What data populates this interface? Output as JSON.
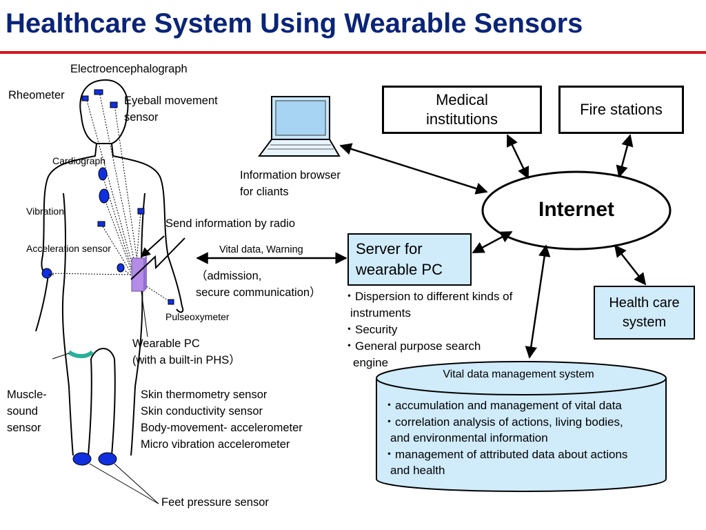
{
  "title": "Healthcare System Using Wearable Sensors",
  "sensors": {
    "eeg": "Electroencephalograph",
    "rheometer": "Rheometer",
    "eyeball": [
      "Eyeball movement",
      "sensor"
    ],
    "cardiograph": "Cardiograph",
    "vibration": "Vibration",
    "acceleration": "Acceleration sensor",
    "pulseoxymeter": "Pulseoxymeter",
    "muscle": [
      "Muscle-",
      "sound",
      "sensor"
    ],
    "feet": "Feet pressure sensor"
  },
  "wearable_pc": [
    "Wearable PC",
    "(with a built-in PHS）"
  ],
  "skin_sensors": [
    "Skin thermometry sensor",
    "Skin conductivity sensor",
    "Body-movement- accelerometer",
    "Micro vibration accelerometer"
  ],
  "browser": [
    "Information browser",
    "for cliants"
  ],
  "radio": "Send information by radio",
  "vital_warning": "Vital data, Warning",
  "admission": [
    "（admission,",
    " secure communication）"
  ],
  "nodes": {
    "medical": [
      "Medical",
      "institutions"
    ],
    "fire": "Fire stations",
    "internet": "Internet",
    "server": [
      "Server for",
      "wearable PC"
    ],
    "health": [
      "Health care",
      "system"
    ]
  },
  "server_features": [
    "・Dispersion to different kinds of",
    "instruments",
    "・Security",
    "・General purpose search",
    "engine"
  ],
  "vdm": {
    "title": "Vital data management system",
    "items": [
      "・accumulation and management of vital data",
      "・correlation analysis of actions, living bodies,",
      "and environmental information",
      "・management of attributed data about actions",
      "and health"
    ]
  },
  "colors": {
    "title": "#0a2478",
    "rule": "#d8141c",
    "box_fill": "#d0ebfa",
    "sensor_blue": "#1030e0",
    "pc_purple": "#b48ce8",
    "cuff_teal": "#2ab09a"
  }
}
